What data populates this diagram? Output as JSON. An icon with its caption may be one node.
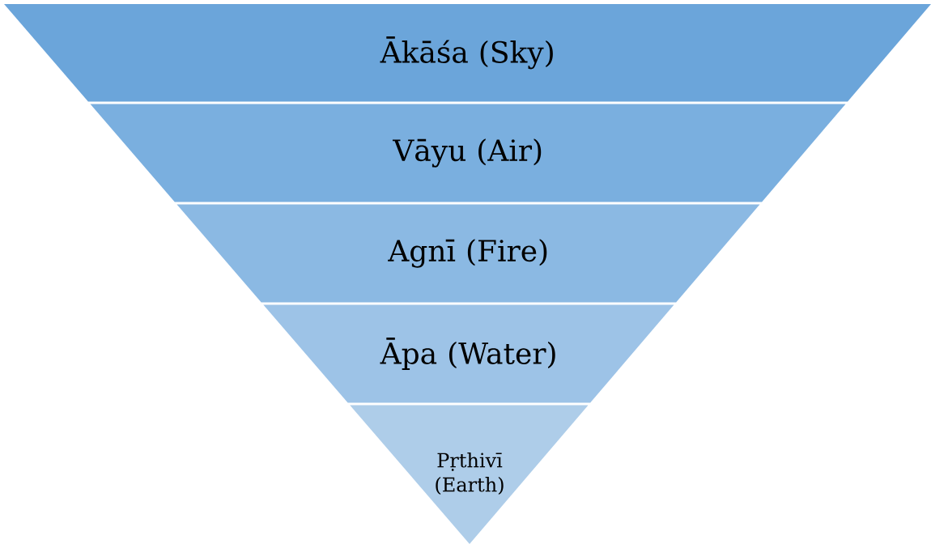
{
  "diagram": {
    "nodes": [
      {
        "text": [
          "Ākāśa (Sky)"
        ]
      },
      {
        "text": [
          "Vāyu (Air)"
        ]
      },
      {
        "text": [
          "Agnī (Fire)"
        ]
      },
      {
        "text": [
          "Āpa (Water)"
        ]
      },
      {
        "text": [
          "Pṛthivī (Earth)"
        ]
      }
    ]
  }
}
